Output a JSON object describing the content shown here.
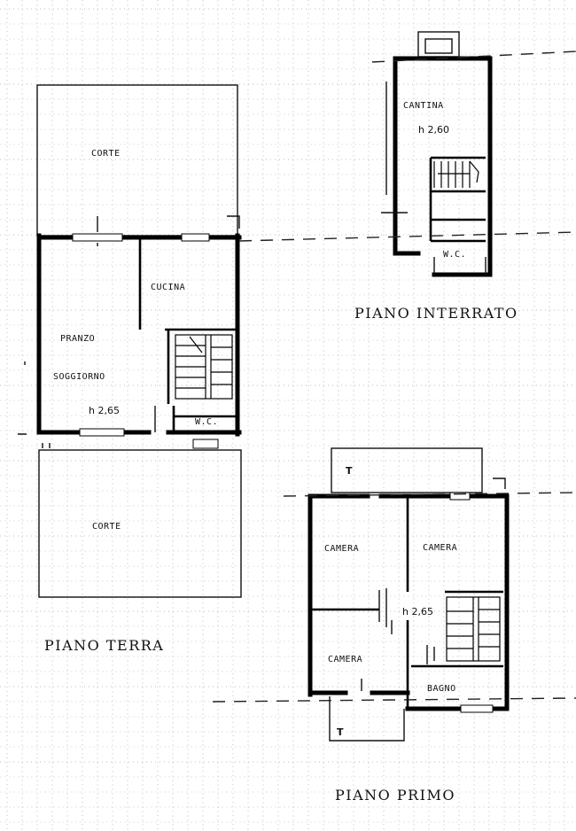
{
  "floors": {
    "ground": {
      "title": "PIANO TERRA",
      "rooms": {
        "corte_top": "CORTE",
        "cucina": "CUCINA",
        "pranzo": "PRANZO",
        "soggiorno": "SOGGIORNO",
        "wc": "W.C.",
        "corte_bottom": "CORTE"
      },
      "height": "h 2,65"
    },
    "basement": {
      "title": "PIANO INTERRATO",
      "rooms": {
        "cantina": "CANTINA",
        "wc": "W.C."
      },
      "height": "h 2,60"
    },
    "first": {
      "title": "PIANO PRIMO",
      "rooms": {
        "camera_left": "CAMERA",
        "camera_right": "CAMERA",
        "camera_bottom": "CAMERA",
        "bagno": "BAGNO"
      },
      "height": "h 2,65",
      "terrace_mark_top": "T",
      "terrace_mark_bottom": "T"
    }
  },
  "colors": {
    "ink": "#111111",
    "paper": "#ffffff",
    "grid": "#c9c9c9"
  }
}
